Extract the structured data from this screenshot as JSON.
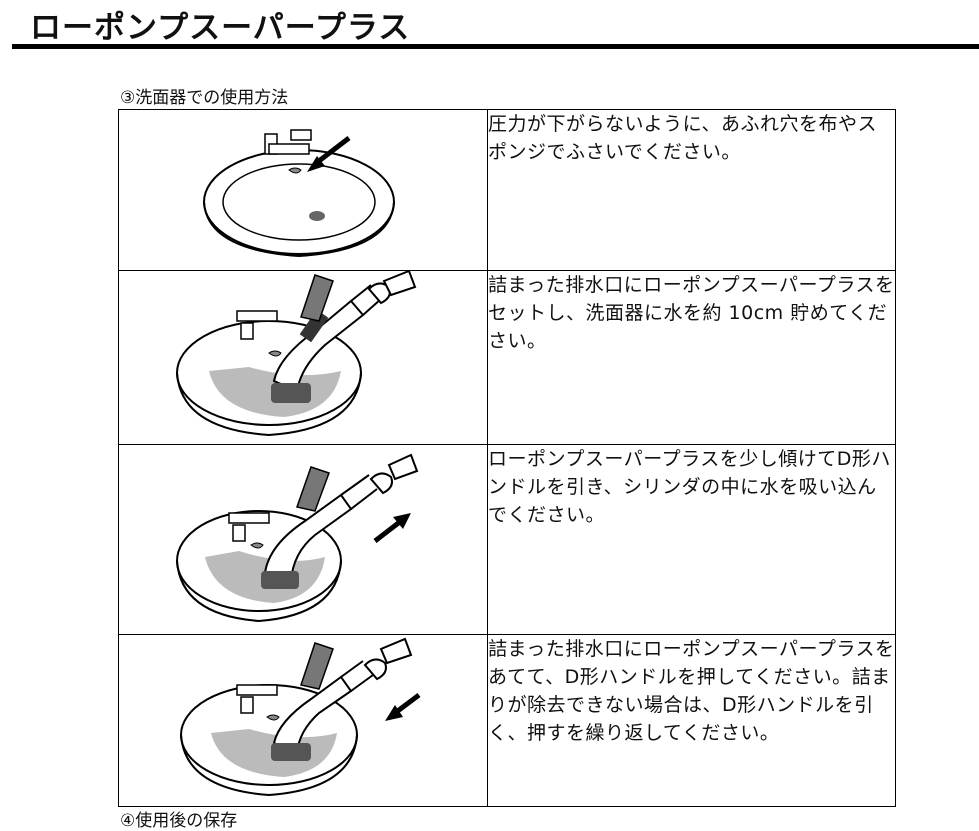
{
  "title": "ローポンプスーパープラス",
  "section_heading": "③洗面器での使用方法",
  "next_section_heading": "④使用後の保存",
  "steps": [
    {
      "text": "圧力が下がらないように、あふれ穴を布やスポンジでふさいでください。"
    },
    {
      "text": "詰まった排水口にローポンプスーパープラスをセットし、洗面器に水を約 10cm 貯めてください。"
    },
    {
      "text": "ローポンプスーパープラスを少し傾けてD形ハンドルを引き、シリンダの中に水を吸い込んでください。"
    },
    {
      "text": "詰まった排水口にローポンプスーパープラスをあてて、D形ハンドルを押してください。詰まりが除去できない場合は、D形ハンドルを引く、押すを繰り返してください。"
    }
  ]
}
